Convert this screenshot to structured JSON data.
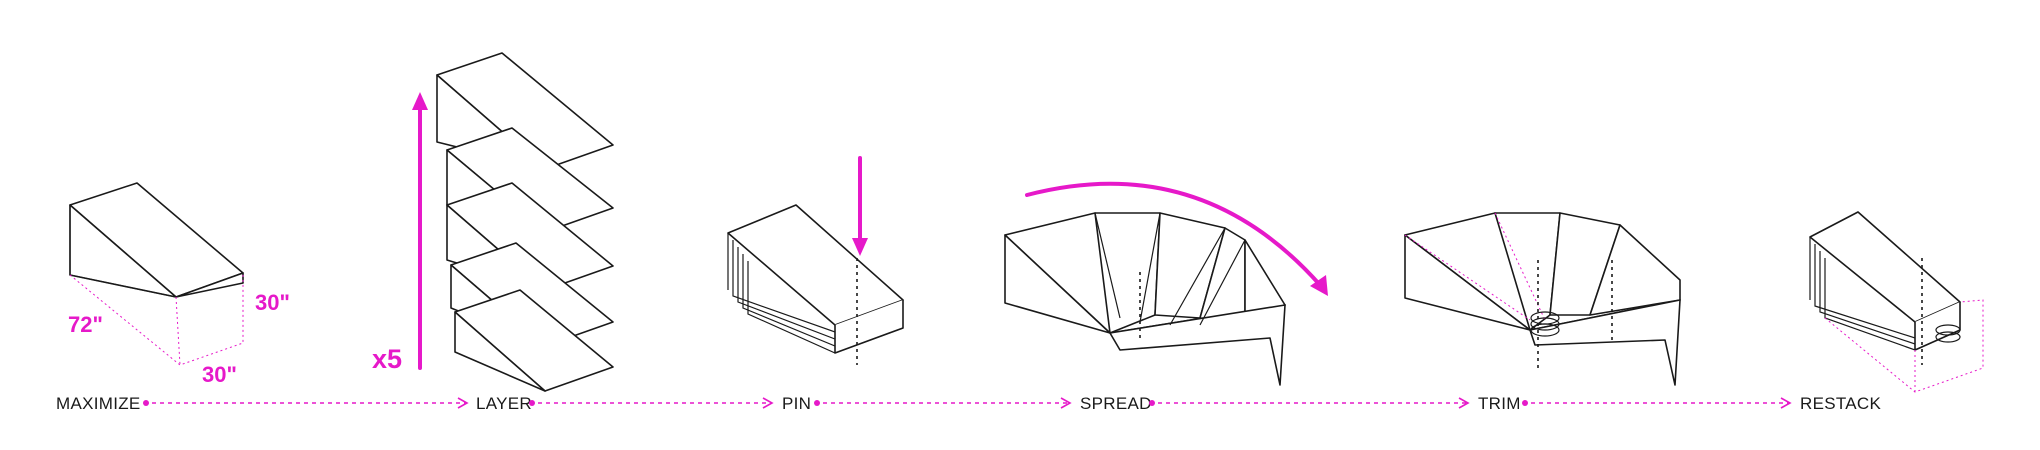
{
  "steps": [
    {
      "id": "maximize",
      "label": "MAXIMIZE"
    },
    {
      "id": "layer",
      "label": "LAYER"
    },
    {
      "id": "pin",
      "label": "PIN"
    },
    {
      "id": "spread",
      "label": "SPREAD"
    },
    {
      "id": "trim",
      "label": "TRIM"
    },
    {
      "id": "restack",
      "label": "RESTACK"
    }
  ],
  "dimensions": {
    "length": "72\"",
    "height": "30\"",
    "depth": "30\""
  },
  "layer_multiplier": "x5",
  "colors": {
    "accent": "#e619c9",
    "line": "#1a1a1a",
    "background": "#ffffff"
  }
}
